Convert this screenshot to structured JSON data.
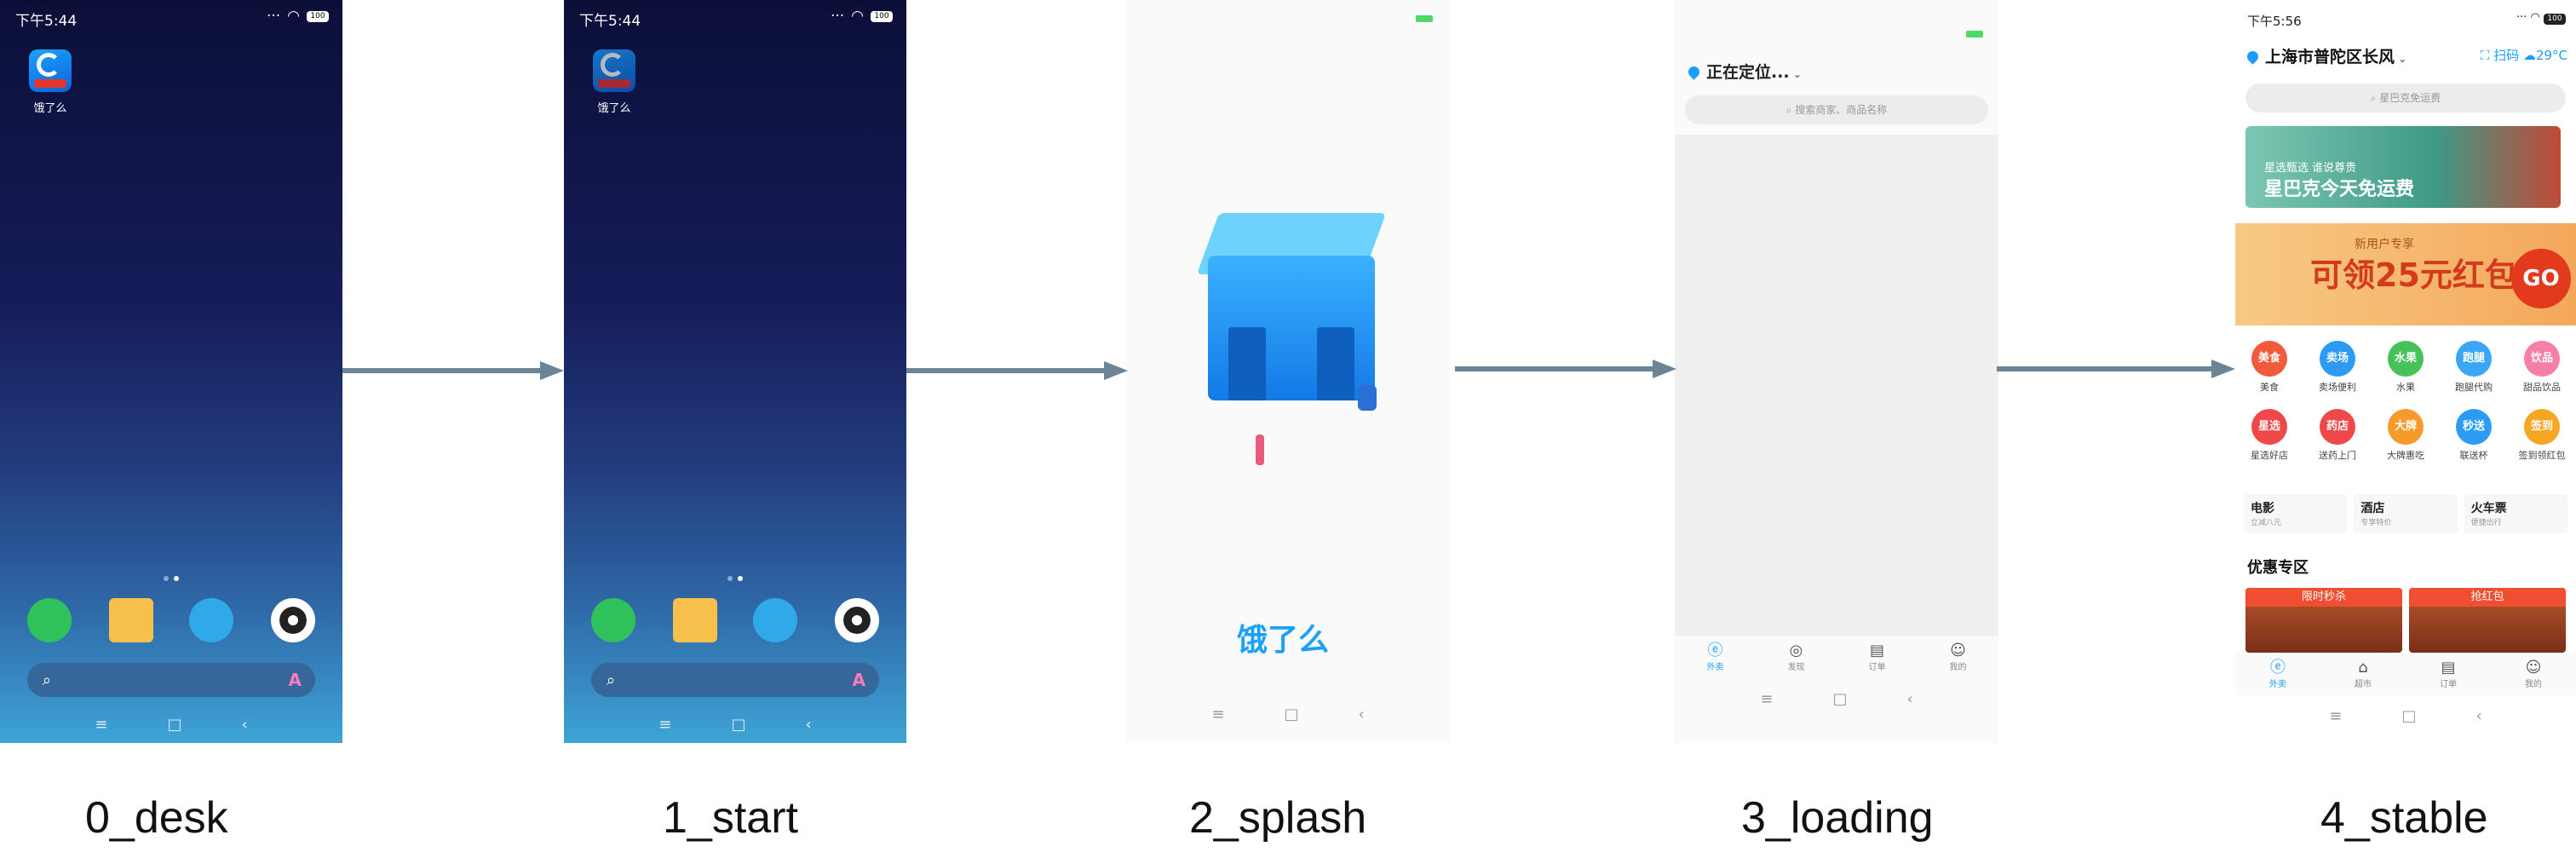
{
  "stages": [
    {
      "id": "0_desk",
      "label": "0_desk",
      "status_time": "下午5:44",
      "app_label": "饿了么"
    },
    {
      "id": "1_start",
      "label": "1_start",
      "status_time": "下午5:44",
      "app_label": "饿了么"
    },
    {
      "id": "2_splash",
      "label": "2_splash",
      "logo_text": "饿了么"
    },
    {
      "id": "3_loading",
      "label": "3_loading",
      "location_text": "正在定位...",
      "search_placeholder": "搜索商家、商品名称",
      "tabs": [
        "外卖",
        "发现",
        "订单",
        "我的"
      ]
    },
    {
      "id": "4_stable",
      "label": "4_stable",
      "status_time": "下午5:56",
      "address": "上海市普陀区长风",
      "scan_label": "扫码",
      "weather": "29°C",
      "search_placeholder": "星巴克免运费",
      "banner1_line1": "星选甄选  谁说尊贵",
      "banner1_line2": "星巴克今天免运费",
      "banner2_sub": "新用户专享",
      "banner2_main": "可领25元红包",
      "banner2_go": "GO",
      "categories_row1": [
        {
          "icon": "美食",
          "label": "美食",
          "color": "#f25a3c"
        },
        {
          "icon": "卖场",
          "label": "卖场便利",
          "color": "#2b9bf4"
        },
        {
          "icon": "水果",
          "label": "水果",
          "color": "#47c15a"
        },
        {
          "icon": "跑腿",
          "label": "跑腿代购",
          "color": "#3aa6f5"
        },
        {
          "icon": "饮品",
          "label": "甜品饮品",
          "color": "#f57fa5"
        }
      ],
      "categories_row2": [
        {
          "icon": "星选",
          "label": "星选好店",
          "color": "#f04848"
        },
        {
          "icon": "药店",
          "label": "送药上门",
          "color": "#f04848"
        },
        {
          "icon": "大牌",
          "label": "大牌惠吃",
          "color": "#f59a2b"
        },
        {
          "icon": "秒送",
          "label": "联送杯",
          "color": "#2b9bf4"
        },
        {
          "icon": "签到",
          "label": "签到领红包",
          "color": "#f5a623"
        }
      ],
      "services": [
        {
          "name": "电影",
          "sub": "立减八元"
        },
        {
          "name": "酒店",
          "sub": "专享特价"
        },
        {
          "name": "火车票",
          "sub": "便捷出行"
        }
      ],
      "deal_section_title": "优惠专区",
      "deals": [
        "限时秒杀",
        "抢红包"
      ],
      "tabs": [
        "外卖",
        "超市",
        "订单",
        "我的"
      ]
    }
  ],
  "dock_colors": [
    "#2fc25b",
    "#f6c04a",
    "#2fa9e8",
    "#ffffff"
  ],
  "arrow_color": "#6b8597"
}
